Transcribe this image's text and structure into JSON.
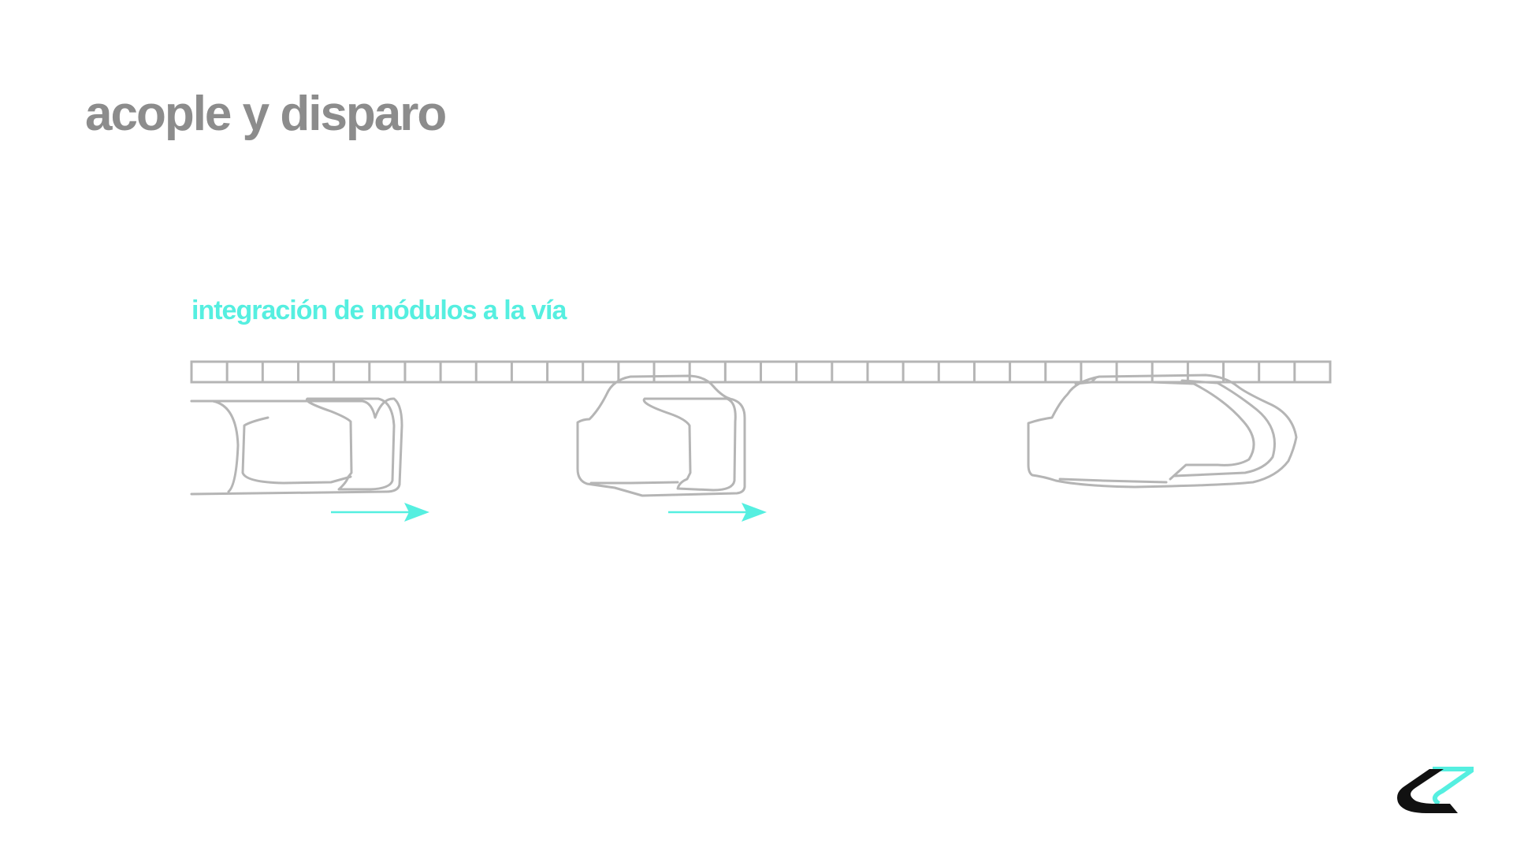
{
  "slide": {
    "title": "acople y disparo",
    "subtitle": "integración de módulos a la vía"
  },
  "colors": {
    "title": "#8c8c8c",
    "accent": "#55efe0",
    "outline": "#b5b5b5",
    "logo_dark": "#111111"
  },
  "diagram": {
    "track_segments": 32,
    "vehicles": [
      "vehicle-1",
      "vehicle-2",
      "vehicle-3"
    ],
    "arrows": [
      "arrow-1",
      "arrow-2"
    ]
  },
  "logo": {
    "icon": "brand-chevron-logo"
  }
}
